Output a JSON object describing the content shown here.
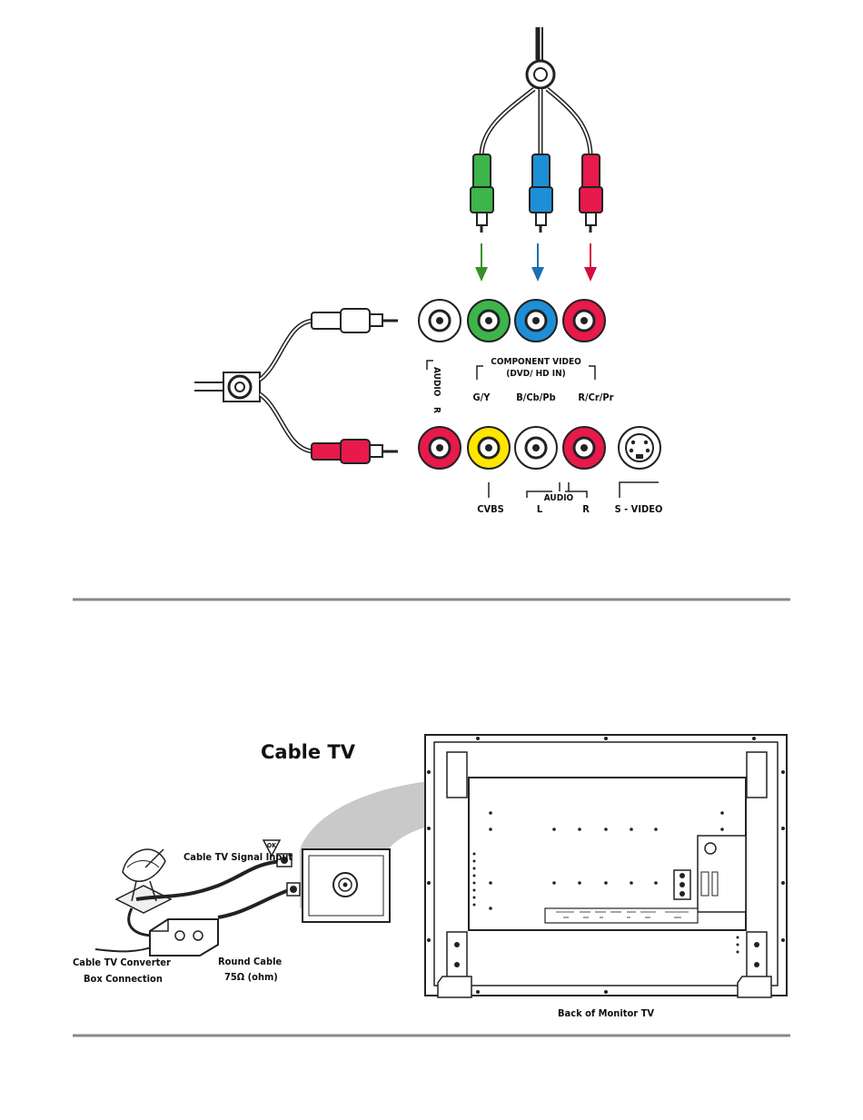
{
  "top_panel": {
    "component_header": "COMPONENT VIDEO",
    "component_sub": "(DVD/ HD IN)",
    "audio_vertical": "AUDIO",
    "audio_r": "R",
    "gy": "G/Y",
    "bcb": "B/Cb/Pb",
    "rcr": "R/Cr/Pr",
    "cvbs": "CVBS",
    "audio_mid": "AUDIO",
    "audio_l": "L",
    "audio_r2": "R",
    "svideo": "S - VIDEO",
    "jack_colors": {
      "white": "#ffffff",
      "green": "#3db54a",
      "blue": "#1e8fd6",
      "red": "#e8194b",
      "yellow": "#ffe600"
    }
  },
  "bottom_panel": {
    "title": "Cable TV",
    "signal_input": "Cable TV Signal Input",
    "converter_line1": "Cable TV Converter",
    "converter_line2": "Box Connection",
    "round_cable_line1": "Round Cable",
    "round_cable_line2": "75Ω (ohm)",
    "ok_badge": "OK",
    "back_of_monitor": "Back of  Monitor TV"
  }
}
